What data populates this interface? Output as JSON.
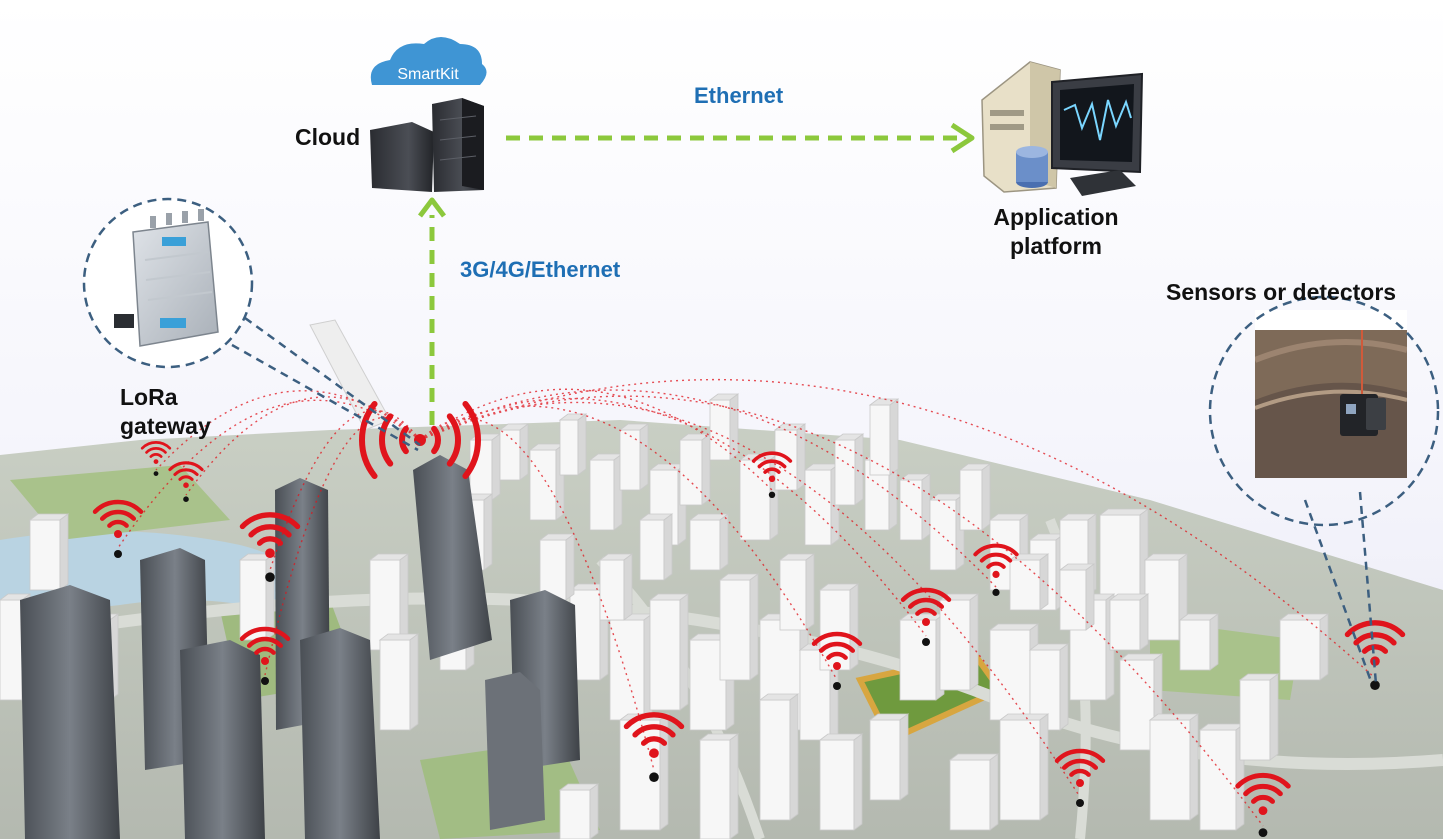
{
  "cloud": {
    "label": "Cloud",
    "brand": "SmartKit",
    "brand_color": "#3f95d4",
    "icon": "server-cluster-icon"
  },
  "links": {
    "cloud_to_platform": "Ethernet",
    "gateway_to_cloud": "3G/4G/Ethernet",
    "link_color": "#8cc83c",
    "label_color": "#1f6fb4"
  },
  "platform": {
    "label_line1": "Application",
    "label_line2": "platform",
    "icon": "computer-workstation-icon"
  },
  "gateway": {
    "label_line1": "LoRa",
    "label_line2": "gateway",
    "icon": "lora-gateway-device-icon"
  },
  "sensors": {
    "label": "Sensors or detectors",
    "icon": "sensor-photo-icon"
  },
  "signal_color": "#e0141c",
  "callout_color": "#3c5f80"
}
